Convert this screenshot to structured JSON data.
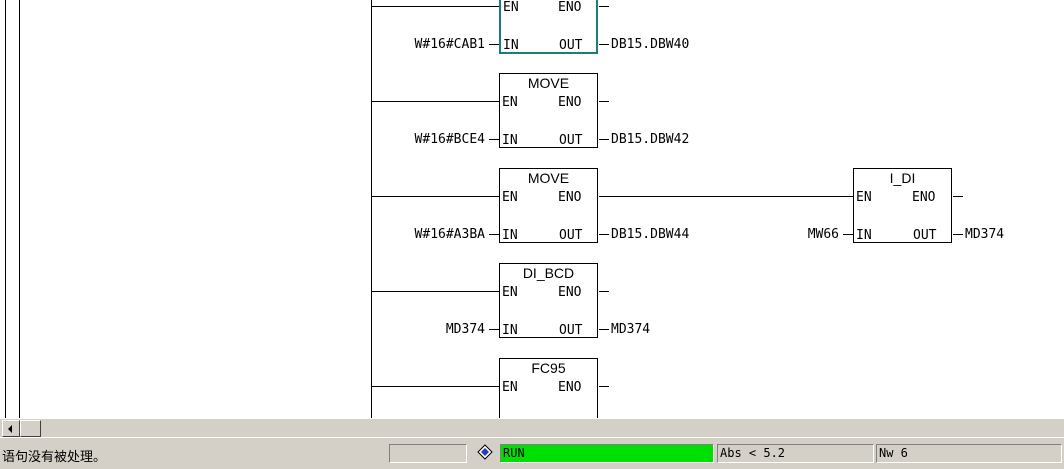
{
  "blocks": [
    {
      "name": "",
      "en": "EN",
      "eno": "ENO",
      "in": "IN",
      "out": "OUT",
      "in_operand": "W#16#CAB1",
      "out_operand": "DB15.DBW40"
    },
    {
      "name": "MOVE",
      "en": "EN",
      "eno": "ENO",
      "in": "IN",
      "out": "OUT",
      "in_operand": "W#16#BCE4",
      "out_operand": "DB15.DBW42"
    },
    {
      "name": "MOVE",
      "en": "EN",
      "eno": "ENO",
      "in": "IN",
      "out": "OUT",
      "in_operand": "W#16#A3BA",
      "out_operand": "DB15.DBW44"
    },
    {
      "name": "I_DI",
      "en": "EN",
      "eno": "ENO",
      "in": "IN",
      "out": "OUT",
      "in_operand": "MW66",
      "out_operand": "MD374"
    },
    {
      "name": "DI_BCD",
      "en": "EN",
      "eno": "ENO",
      "in": "IN",
      "out": "OUT",
      "in_operand": "MD374",
      "out_operand": "MD374"
    },
    {
      "name": "FC95",
      "en": "EN",
      "eno": "ENO"
    }
  ],
  "status": {
    "message": "语句没有被处理。",
    "mode": "RUN",
    "mode_color": "#00e000",
    "abs": "Abs < 5.2",
    "nw": "Nw 6"
  },
  "icons": {
    "diamond": "diamond-icon",
    "scroll_left": "scroll-left-arrow-icon"
  }
}
